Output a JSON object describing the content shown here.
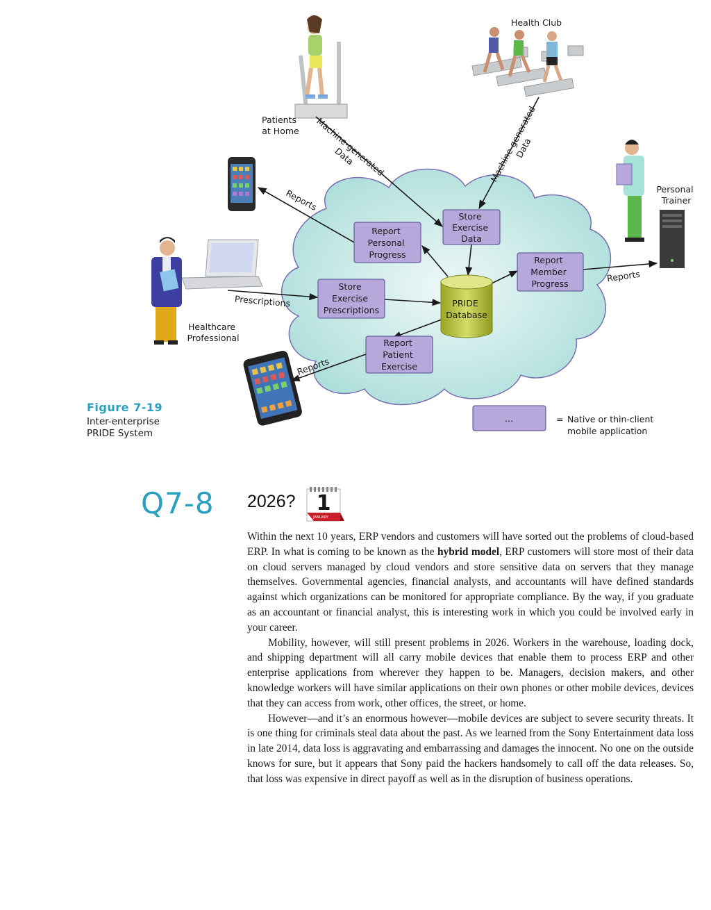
{
  "figure": {
    "number": "Figure 7-19",
    "title_line1": "Inter-enterprise",
    "title_line2": "PRIDE System",
    "nodes": {
      "health_club": "Health Club",
      "patients_l1": "Patients",
      "patients_l2": "at Home",
      "trainer_l1": "Personal",
      "trainer_l2": "Trainer",
      "hc_l1": "Healthcare",
      "hc_l2": "Professional"
    },
    "apps": {
      "store_exercise_data": [
        "Store",
        "Exercise",
        "Data"
      ],
      "report_personal_progress": [
        "Report",
        "Personal",
        "Progress"
      ],
      "report_member_progress": [
        "Report",
        "Member",
        "Progress"
      ],
      "store_exercise_prescriptions": [
        "Store",
        "Exercise",
        "Prescriptions"
      ],
      "report_patient_exercise": [
        "Report",
        "Patient",
        "Exercise"
      ],
      "database": [
        "PRIDE",
        "Database"
      ]
    },
    "flows": {
      "machine_gen_left": [
        "Machine-generated",
        "Data"
      ],
      "machine_gen_right": [
        "Machine-generated",
        "Data"
      ],
      "reports_top": "Reports",
      "reports_right": "Reports",
      "reports_bottom": "Reports",
      "prescriptions": "Prescriptions"
    },
    "legend": {
      "box": "…",
      "eq": "=",
      "line1": "Native or thin-client",
      "line2": "mobile application"
    }
  },
  "section": {
    "number": "Q7-8",
    "title": "2026?",
    "calendar_day": "1",
    "calendar_month": "JANUARY"
  },
  "body": {
    "p1_a": "Within the next 10 years, ERP vendors and customers will have sorted out the problems of cloud-based ERP. In what is coming to be known as the ",
    "p1_bold": "hybrid model",
    "p1_b": ", ERP customers will store most of their data on cloud servers managed by cloud vendors and store sensitive data on servers that they manage themselves. Governmental agencies, financial analysts, and accountants will have defined standards against which organizations can be monitored for appropriate compliance. By the way, if you graduate as an accountant or financial analyst, this is interesting work in which you could be involved early in your career.",
    "p2": "Mobility, however, will still present problems in 2026. Workers in the warehouse, loading dock, and shipping department will all carry mobile devices that enable them to process ERP and other enterprise applications from wherever they happen to be. Managers, decision makers, and other knowledge workers will have similar applications on their own phones or other mobile devices, devices that they can access from work, other offices, the street, or home.",
    "p3": "However—and it’s an enormous however—mobile devices are subject to severe security threats. It is one thing for criminals steal data about the past. As we learned from the Sony Entertainment data loss in late 2014, data loss is aggravating and embarrassing and damages the innocent. No one on the outside knows for sure, but it appears that Sony paid the hackers handsomely to call off the data releases. So, that loss was expensive in direct payoff as well as in the disruption of business operations."
  },
  "colors": {
    "accent": "#2aa0bf",
    "app_box": "#b7a8dc",
    "cloud": "#bfe6e4",
    "database": "#b5c23a"
  }
}
